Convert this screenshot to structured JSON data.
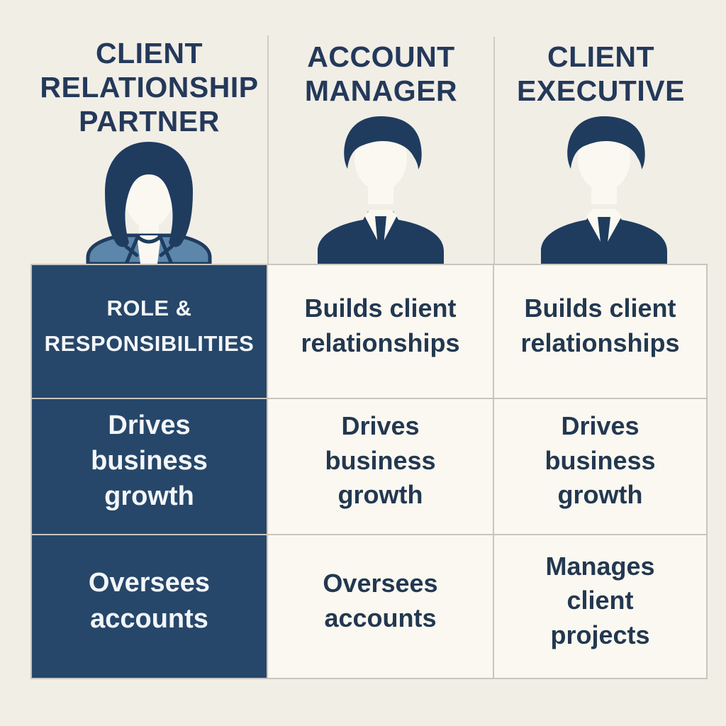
{
  "columns": [
    {
      "id": "client-relationship-partner",
      "title": "CLIENT RELATIONSHIP PARTNER",
      "icon": "woman-avatar-icon"
    },
    {
      "id": "account-manager",
      "title": "ACCOUNT MANAGER",
      "icon": "man-avatar-icon"
    },
    {
      "id": "client-executive",
      "title": "CLIENT EXECUTIVE",
      "icon": "man-avatar-icon"
    }
  ],
  "table": {
    "rows": [
      {
        "cells": [
          "ROLE & RESPONSIBILITIES",
          "Builds client relationships",
          "Builds client relationships"
        ]
      },
      {
        "cells": [
          "Drives business growth",
          "Drives business growth",
          "Drives business growth"
        ]
      },
      {
        "cells": [
          "Oversees accounts",
          "Oversees accounts",
          "Manages client projects"
        ]
      }
    ]
  },
  "colors": {
    "background": "#f1eee6",
    "cell_light": "#faf8f0",
    "cell_navy": "#26476a",
    "text_navy": "#24395a",
    "text_light": "#f4f6f8",
    "icon_navy": "#1f3c5f",
    "jacket_blue": "#5d86ab",
    "border_gray": "#c8c5be"
  }
}
